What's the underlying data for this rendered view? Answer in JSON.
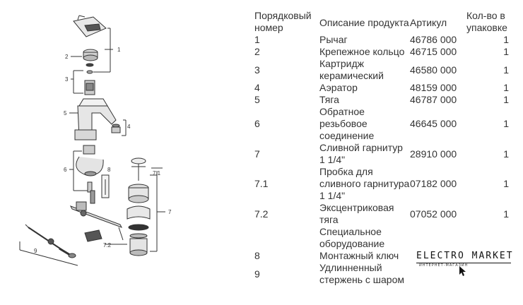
{
  "table": {
    "headers": {
      "number": "Порядковый номер",
      "description": "Описание продукта",
      "article": "Артикул",
      "quantity": "Кол-во в упаковке"
    },
    "rows": [
      {
        "number": "1",
        "description": "Рычаг",
        "article": "46786 000",
        "quantity": "1"
      },
      {
        "number": "2",
        "description": "Крепежное кольцо",
        "article": "46715 000",
        "quantity": "1"
      },
      {
        "number": "3",
        "description": "Картридж керамический",
        "article": "46580 000",
        "quantity": "1"
      },
      {
        "number": "4",
        "description": "Аэратор",
        "article": "48159 000",
        "quantity": "1"
      },
      {
        "number": "5",
        "description": "Тяга",
        "article": "46787 000",
        "quantity": "1"
      },
      {
        "number": "6",
        "description": "Обратное резьбовое соединение",
        "article": "46645 000",
        "quantity": "1"
      },
      {
        "number": "7",
        "description": "Сливной гарнитур 1 1/4\"",
        "article": "28910 000",
        "quantity": "1"
      },
      {
        "number": "7.1",
        "description": "Пробка для сливного гарнитура 1 1/4\"",
        "article": "07182 000",
        "quantity": "1"
      },
      {
        "number": "7.2",
        "description": "Эксцентриковая тяга",
        "article": "07052 000",
        "quantity": "1"
      },
      {
        "number": "",
        "description": "Специальное оборудование",
        "article": "",
        "quantity": ""
      },
      {
        "number": "8",
        "description": "Монтажный ключ",
        "article": "",
        "quantity": ""
      },
      {
        "number": "9",
        "description": "Удлинненный стержень с шаром",
        "article": "",
        "quantity": ""
      }
    ]
  },
  "diagram": {
    "callouts": [
      "1",
      "2",
      "3",
      "4",
      "5",
      "6",
      "7",
      "7.1",
      "7.2",
      "8",
      "9"
    ]
  },
  "logo": {
    "text": "ELECTRO MARKET",
    "subtext": "ИНТЕРНЕТ-МАГАЗИН"
  }
}
